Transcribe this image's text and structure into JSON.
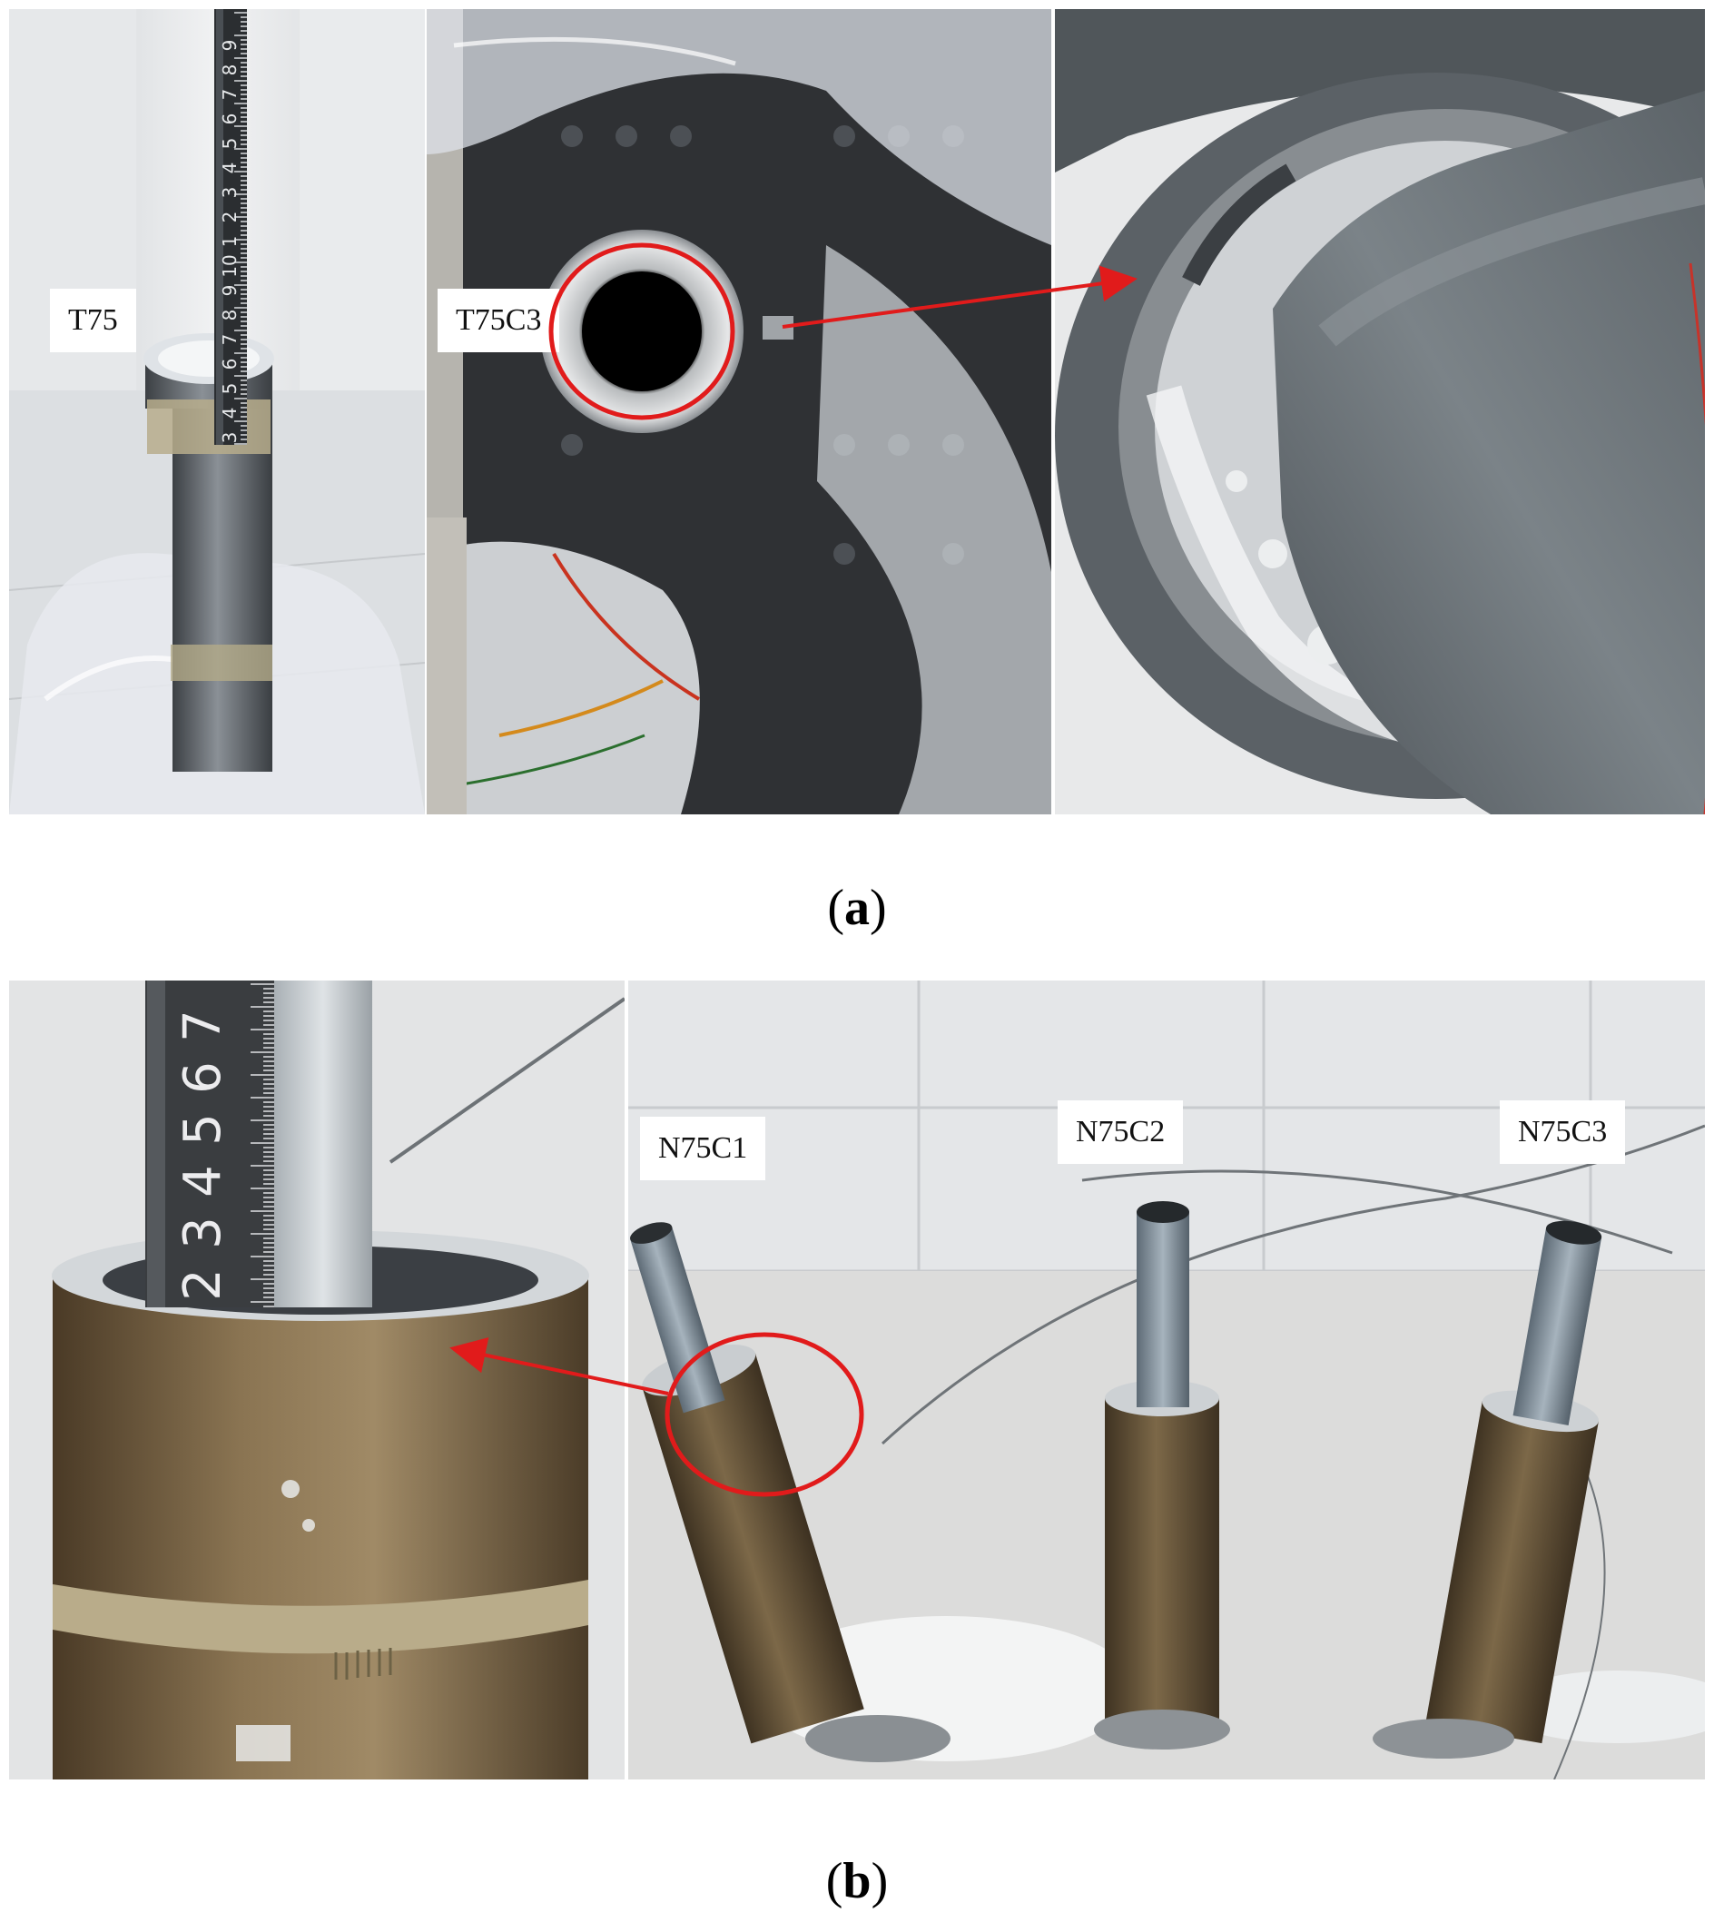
{
  "figure": {
    "part_a": {
      "labels": {
        "left": "T75",
        "middle": "T75C3"
      },
      "caption": {
        "open": "(",
        "letter": "a",
        "close": ")"
      }
    },
    "part_b": {
      "labels": {
        "n1": "N75C1",
        "n2": "N75C2",
        "n3": "N75C3"
      },
      "caption": {
        "open": "(",
        "letter": "b",
        "close": ")"
      }
    },
    "ruler_a": {
      "digits": [
        "9",
        "8",
        "7",
        "6",
        "5",
        "4",
        "3",
        "2",
        "1",
        "10",
        "9",
        "8",
        "7",
        "6",
        "5",
        "4",
        "3"
      ]
    },
    "ruler_b": {
      "digits": [
        "7",
        "6",
        "5",
        "4",
        "3",
        "2"
      ]
    }
  },
  "colors": {
    "annotation": "#e11b1b",
    "steel": "#6e7479",
    "bronze": "#7a6445",
    "grout": "#d8dce0"
  }
}
